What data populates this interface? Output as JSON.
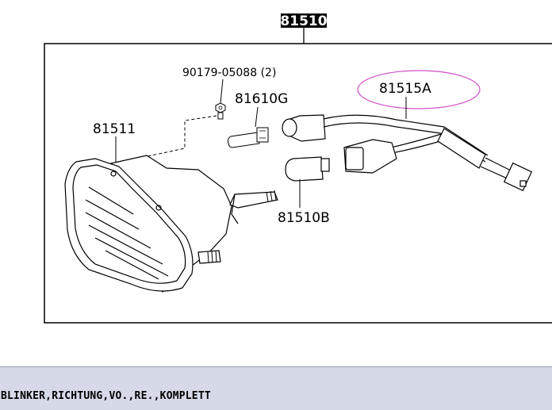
{
  "diagram": {
    "assembly_number": "81510",
    "callouts": {
      "screw_part": "90179-05088 (2)",
      "bulb_part": "81610G",
      "lamp_body": "81511",
      "socket_wire": "81515A",
      "socket_bulb": "81510B"
    },
    "colors": {
      "line": "#000000",
      "highlight_ring": "#d050c8",
      "header_bg": "#000000",
      "footer_bg": "#d6d9e8"
    }
  },
  "part_info": {
    "description": "BLINKER,RICHTUNG,VO.,RE.,KOMPLETT"
  }
}
